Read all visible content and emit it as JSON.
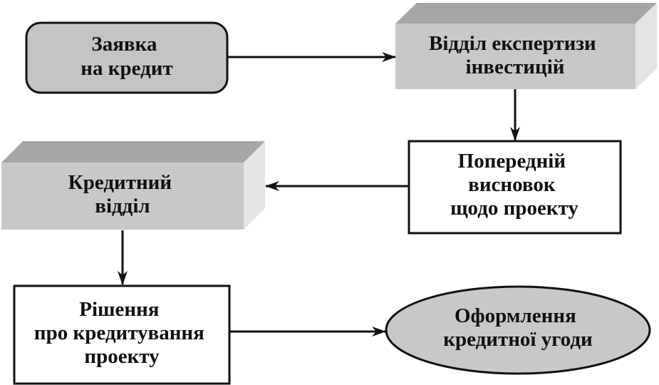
{
  "nodes": {
    "application": {
      "lines": [
        "Заявка",
        "на кредит"
      ]
    },
    "investment_expertise": {
      "lines": [
        "Відділ експертизи",
        "інвестицій"
      ]
    },
    "preliminary_conclusion": {
      "lines": [
        "Попередній",
        "висновок",
        "щодо проекту"
      ]
    },
    "credit_department": {
      "lines": [
        "Кредитний",
        "відділ"
      ]
    },
    "decision": {
      "lines": [
        "Рішення",
        "про кредитування",
        "проекту"
      ]
    },
    "agreement": {
      "lines": [
        "Оформлення",
        "кредитної угоди"
      ]
    }
  },
  "colors": {
    "box_fill": "#c8c8c8",
    "box_top": "#a6a6a6",
    "box_side": "#e4e4e4",
    "rounded_fill": "#c4c4c4",
    "ellipse_fill": "#c8c8c8",
    "stroke": "#111111"
  }
}
